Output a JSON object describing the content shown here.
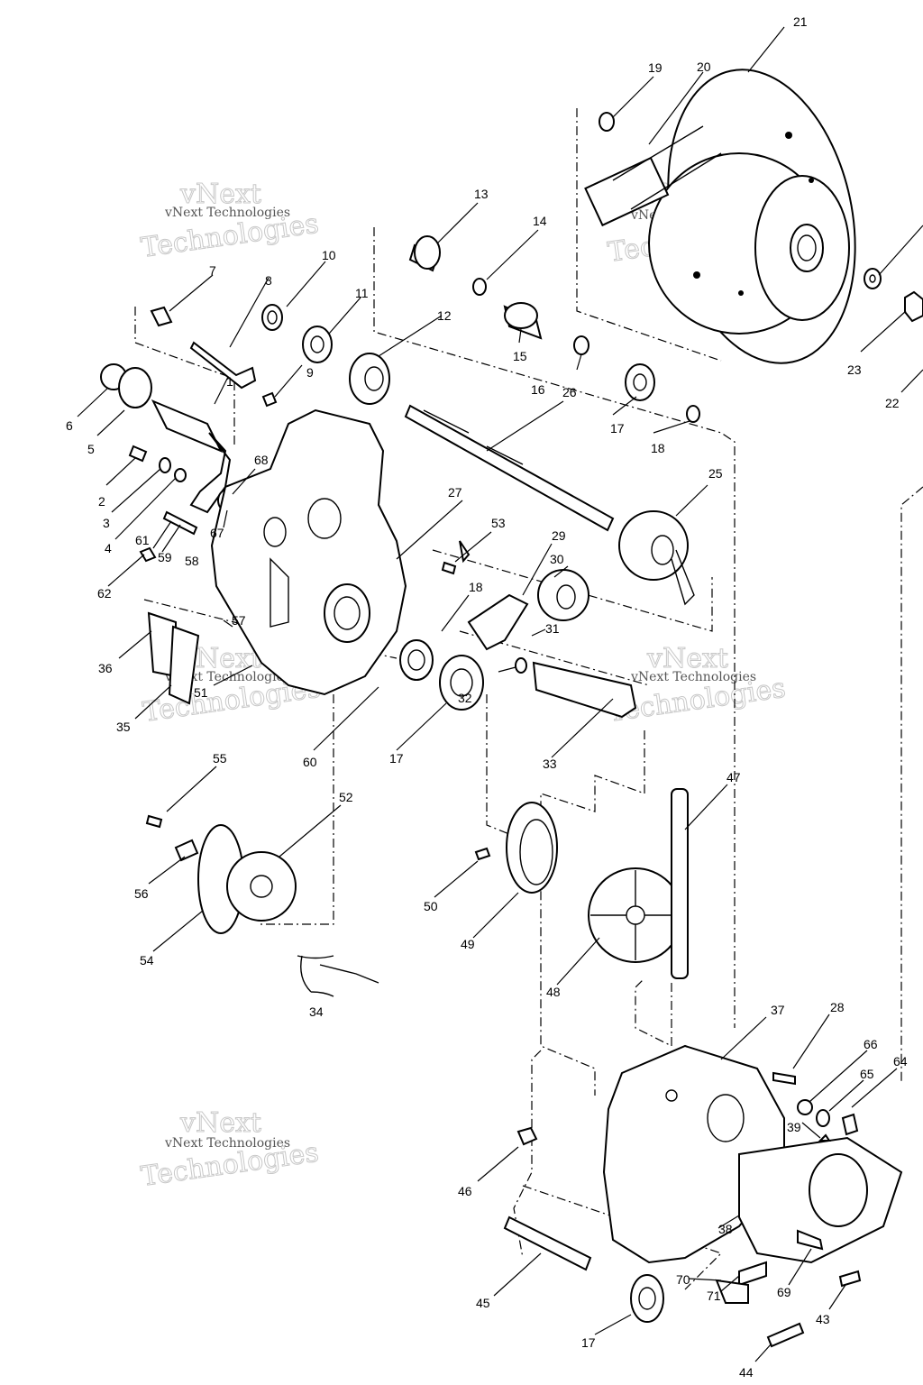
{
  "watermark": {
    "line1": "vNext",
    "line2": "vNext Technologies",
    "line3": "Technologies"
  },
  "callouts": [
    {
      "id": "1",
      "text": "1"
    },
    {
      "id": "2",
      "text": "2"
    },
    {
      "id": "3",
      "text": "3"
    },
    {
      "id": "4",
      "text": "4"
    },
    {
      "id": "5",
      "text": "5"
    },
    {
      "id": "6",
      "text": "6"
    },
    {
      "id": "7",
      "text": "7"
    },
    {
      "id": "8",
      "text": "8"
    },
    {
      "id": "9",
      "text": "9"
    },
    {
      "id": "10",
      "text": "10"
    },
    {
      "id": "11",
      "text": "11"
    },
    {
      "id": "12",
      "text": "12"
    },
    {
      "id": "13",
      "text": "13"
    },
    {
      "id": "14",
      "text": "14"
    },
    {
      "id": "15",
      "text": "15"
    },
    {
      "id": "16",
      "text": "16"
    },
    {
      "id": "17a",
      "text": "17"
    },
    {
      "id": "17b",
      "text": "17"
    },
    {
      "id": "17c",
      "text": "17"
    },
    {
      "id": "18a",
      "text": "18"
    },
    {
      "id": "18b",
      "text": "18"
    },
    {
      "id": "19",
      "text": "19"
    },
    {
      "id": "20",
      "text": "20"
    },
    {
      "id": "21",
      "text": "21"
    },
    {
      "id": "22",
      "text": "22"
    },
    {
      "id": "23",
      "text": "23"
    },
    {
      "id": "25",
      "text": "25"
    },
    {
      "id": "26",
      "text": "26"
    },
    {
      "id": "27",
      "text": "27"
    },
    {
      "id": "28",
      "text": "28"
    },
    {
      "id": "29",
      "text": "29"
    },
    {
      "id": "30",
      "text": "30"
    },
    {
      "id": "31",
      "text": "31"
    },
    {
      "id": "32",
      "text": "32"
    },
    {
      "id": "33",
      "text": "33"
    },
    {
      "id": "34",
      "text": "34"
    },
    {
      "id": "35",
      "text": "35"
    },
    {
      "id": "36",
      "text": "36"
    },
    {
      "id": "37",
      "text": "37"
    },
    {
      "id": "38",
      "text": "38"
    },
    {
      "id": "39",
      "text": "39"
    },
    {
      "id": "43",
      "text": "43"
    },
    {
      "id": "44",
      "text": "44"
    },
    {
      "id": "45",
      "text": "45"
    },
    {
      "id": "46",
      "text": "46"
    },
    {
      "id": "47",
      "text": "47"
    },
    {
      "id": "48",
      "text": "48"
    },
    {
      "id": "49",
      "text": "49"
    },
    {
      "id": "50",
      "text": "50"
    },
    {
      "id": "51",
      "text": "51"
    },
    {
      "id": "52",
      "text": "52"
    },
    {
      "id": "53",
      "text": "53"
    },
    {
      "id": "54",
      "text": "54"
    },
    {
      "id": "55",
      "text": "55"
    },
    {
      "id": "56",
      "text": "56"
    },
    {
      "id": "57",
      "text": "57"
    },
    {
      "id": "58",
      "text": "58"
    },
    {
      "id": "59",
      "text": "59"
    },
    {
      "id": "60",
      "text": "60"
    },
    {
      "id": "61",
      "text": "61"
    },
    {
      "id": "62",
      "text": "62"
    },
    {
      "id": "64",
      "text": "64"
    },
    {
      "id": "65",
      "text": "65"
    },
    {
      "id": "66",
      "text": "66"
    },
    {
      "id": "67",
      "text": "67"
    },
    {
      "id": "68",
      "text": "68"
    },
    {
      "id": "69",
      "text": "69"
    },
    {
      "id": "70",
      "text": "70"
    },
    {
      "id": "71",
      "text": "71"
    }
  ]
}
